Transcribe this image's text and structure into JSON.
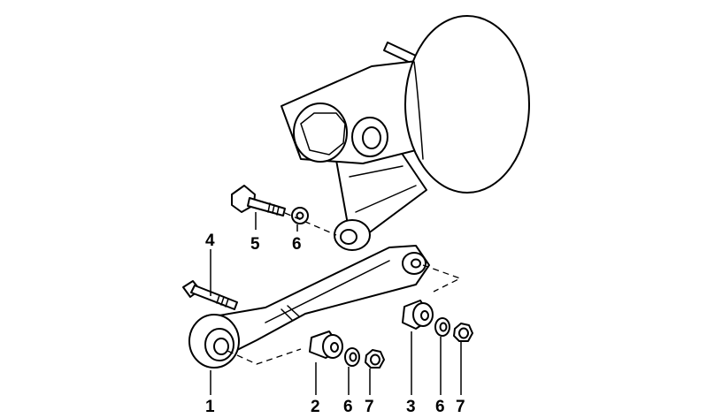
{
  "callouts": [
    {
      "id": "c1",
      "label": "1"
    },
    {
      "id": "c2",
      "label": "2"
    },
    {
      "id": "c3",
      "label": "3"
    },
    {
      "id": "c4",
      "label": "4"
    },
    {
      "id": "c5",
      "label": "5"
    },
    {
      "id": "c6a",
      "label": "6"
    },
    {
      "id": "c6b",
      "label": "6"
    },
    {
      "id": "c6c",
      "label": "6"
    },
    {
      "id": "c7a",
      "label": "7"
    },
    {
      "id": "c7b",
      "label": "7"
    }
  ]
}
